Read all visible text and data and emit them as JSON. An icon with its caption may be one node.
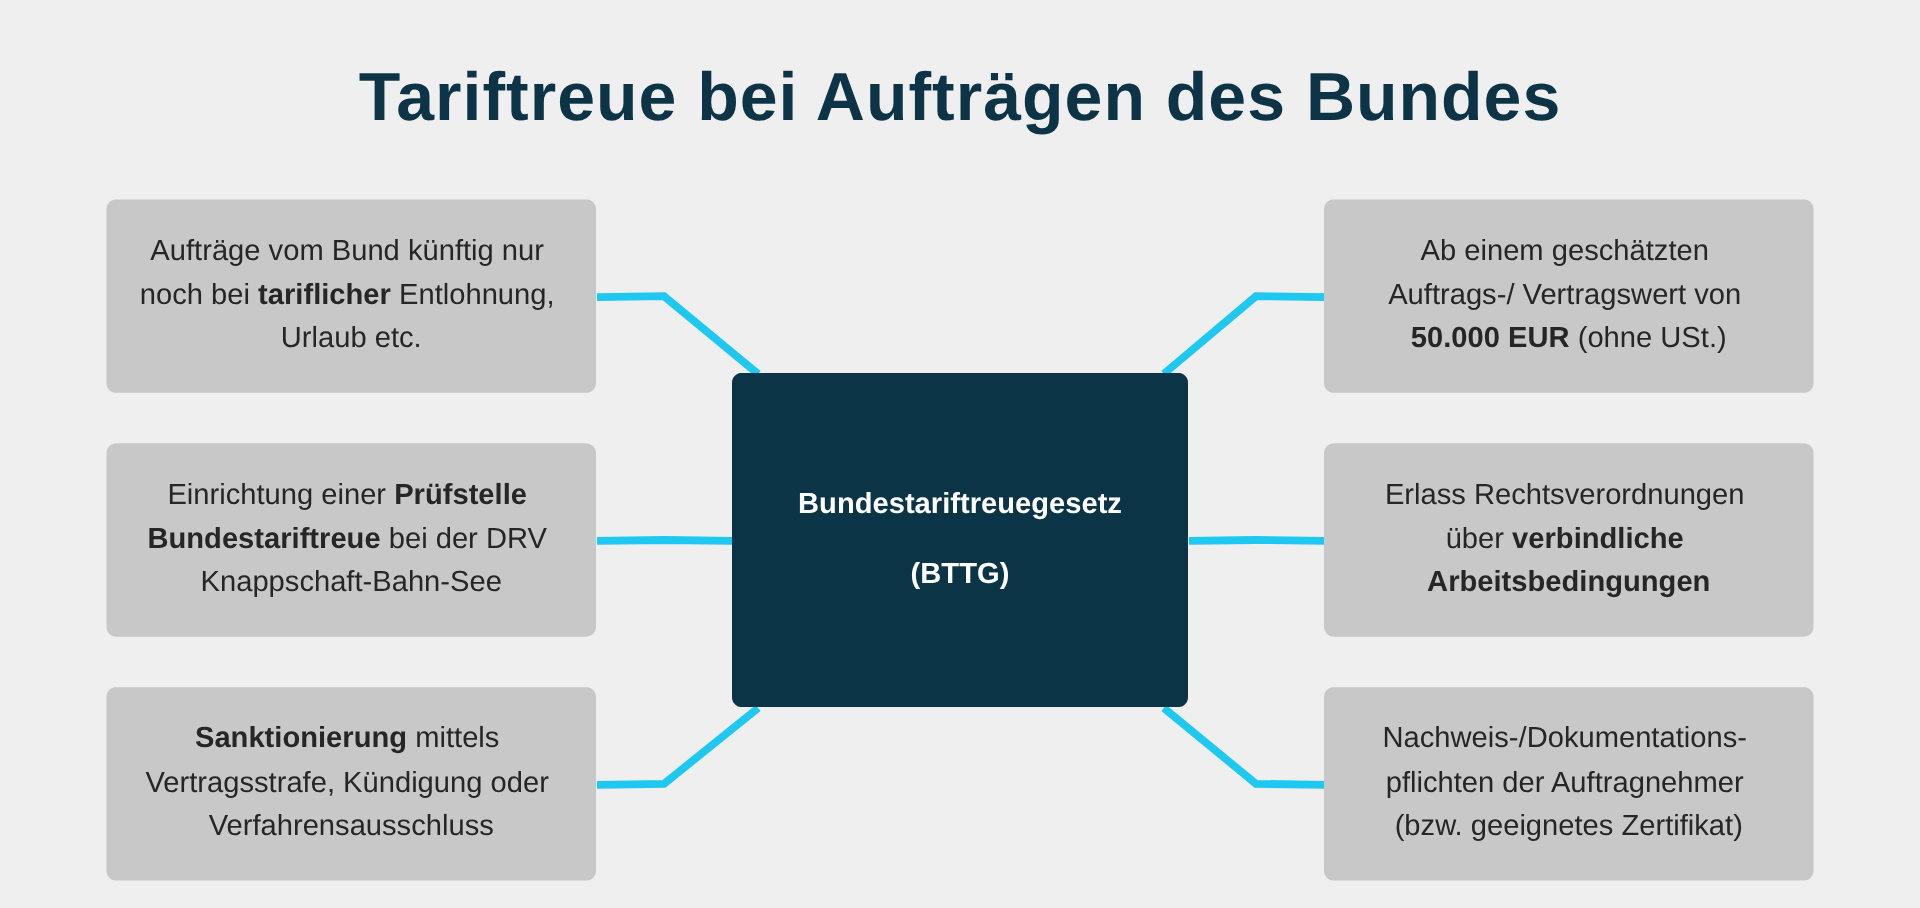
{
  "diagram": {
    "title": "Tariftreue bei Aufträgen des Bundes",
    "nodes": [
      {
        "text": [
          "Aufträge vom Bund künftig nur noch bei **tariflicher** Entlohnung, Urlaub etc."
        ]
      },
      {
        "text": [
          "Ab einem geschätzten Auftrags-/ Vertragswert von **50.000 EUR** (ohne USt.)"
        ]
      },
      {
        "text": [
          "Bundestariftreuegesetz",
          "(BTTG)"
        ]
      },
      {
        "text": [
          "Einrichtung einer **Prüfstelle Bundestariftreue** bei der DRV Knappschaft-Bahn-See"
        ]
      },
      {
        "text": [
          "Erlass Rechtsverordnungen über **verbindliche Arbeitsbedingungen**"
        ]
      },
      {
        "text": [
          "**Sanktionierung** mittels Vertragsstrafe, Kündigung oder Verfahrensausschluss"
        ]
      },
      {
        "text": [
          "Nachweis-/Dokumentations- pflichten der Auftragnehmer (bzw. geeignetes Zertifikat)"
        ]
      }
    ],
    "edges": [
      {
        "from": 0,
        "to": 2,
        "arrow": "none"
      },
      {
        "from": 2,
        "to": 1,
        "arrow": "none"
      },
      {
        "from": 3,
        "to": 2,
        "arrow": "none"
      },
      {
        "from": 2,
        "to": 4,
        "arrow": "none"
      },
      {
        "from": 5,
        "to": 2,
        "arrow": "none"
      },
      {
        "from": 2,
        "to": 6,
        "arrow": "none"
      }
    ]
  }
}
